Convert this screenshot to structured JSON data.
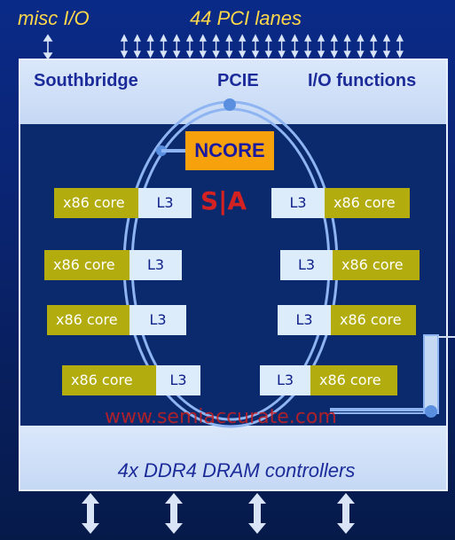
{
  "top": {
    "misc_io": "misc I/O",
    "pci_lanes": "44 PCI lanes"
  },
  "bands": {
    "southbridge": "Southbridge",
    "pcie": "PCIE",
    "io_functions": "I/O functions",
    "dram": "4x DDR4 DRAM controllers"
  },
  "ncore": "NCORE",
  "logo_text": "S|A",
  "watermark": "www.semiaccurate.com",
  "cores": {
    "core_label": "x86 core",
    "cache_label": "L3"
  },
  "colors": {
    "core_fill": "#b3ac0e",
    "cache_fill": "#dcecfb",
    "ncore_fill": "#f7a20d",
    "ring": "#8fb4f2",
    "title_text": "#ffd84a"
  }
}
